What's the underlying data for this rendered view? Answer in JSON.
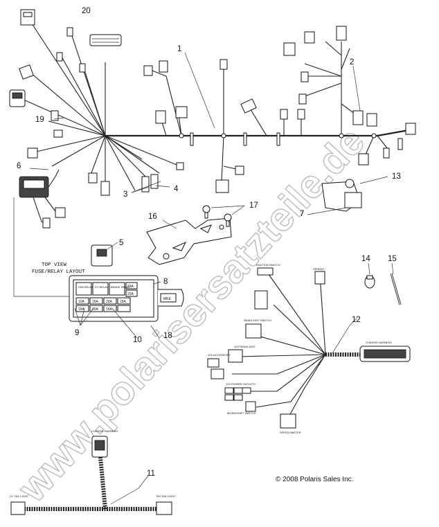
{
  "callouts": {
    "c1": "1",
    "c2": "2",
    "c3": "3",
    "c4": "4",
    "c5": "5",
    "c6": "6",
    "c7": "7",
    "c8": "8",
    "c9": "9",
    "c10": "10",
    "c11": "11",
    "c12": "12",
    "c13": "13",
    "c14": "14",
    "c15": "15",
    "c16": "16",
    "c17": "17",
    "c18": "18",
    "c19": "19",
    "c20": "20"
  },
  "fuse_box": {
    "layout_line1": "TOP VIEW",
    "layout_line2": "FUSE/RELAY LAYOUT",
    "cells": [
      "FAN RELAY",
      "DT RELAY",
      "BRAKE RELAY",
      "15A",
      "20A",
      "10A",
      "15A",
      "20A",
      "15A",
      "15A",
      "20A",
      "15A"
    ],
    "tag": "MKE"
  },
  "harness12_labels": {
    "ignition": "IGNITION SWITCH",
    "speedo": "SPEEDO",
    "headlight_switch": "HEADLIGHT SWITCH",
    "headlight": "12V HEADLIGHT",
    "ac": "12V ACCESSORY",
    "power": "12V POWER OUTLETS",
    "mode": "MODE/SHIFT SWITCH",
    "speedometer": "SPEEDOMETER",
    "chassis": "CHASSIS HARNESS"
  },
  "harness11_labels": {
    "chassis": "CHASSIS HARNESS",
    "left": "LH TAIL LIGHT",
    "right": "RH TAIL LIGHT"
  },
  "top_view_tag": "TOP VIEW",
  "copyright": "© 2008 Polaris Sales Inc.",
  "watermark": "www.polarisersatzteile.de"
}
